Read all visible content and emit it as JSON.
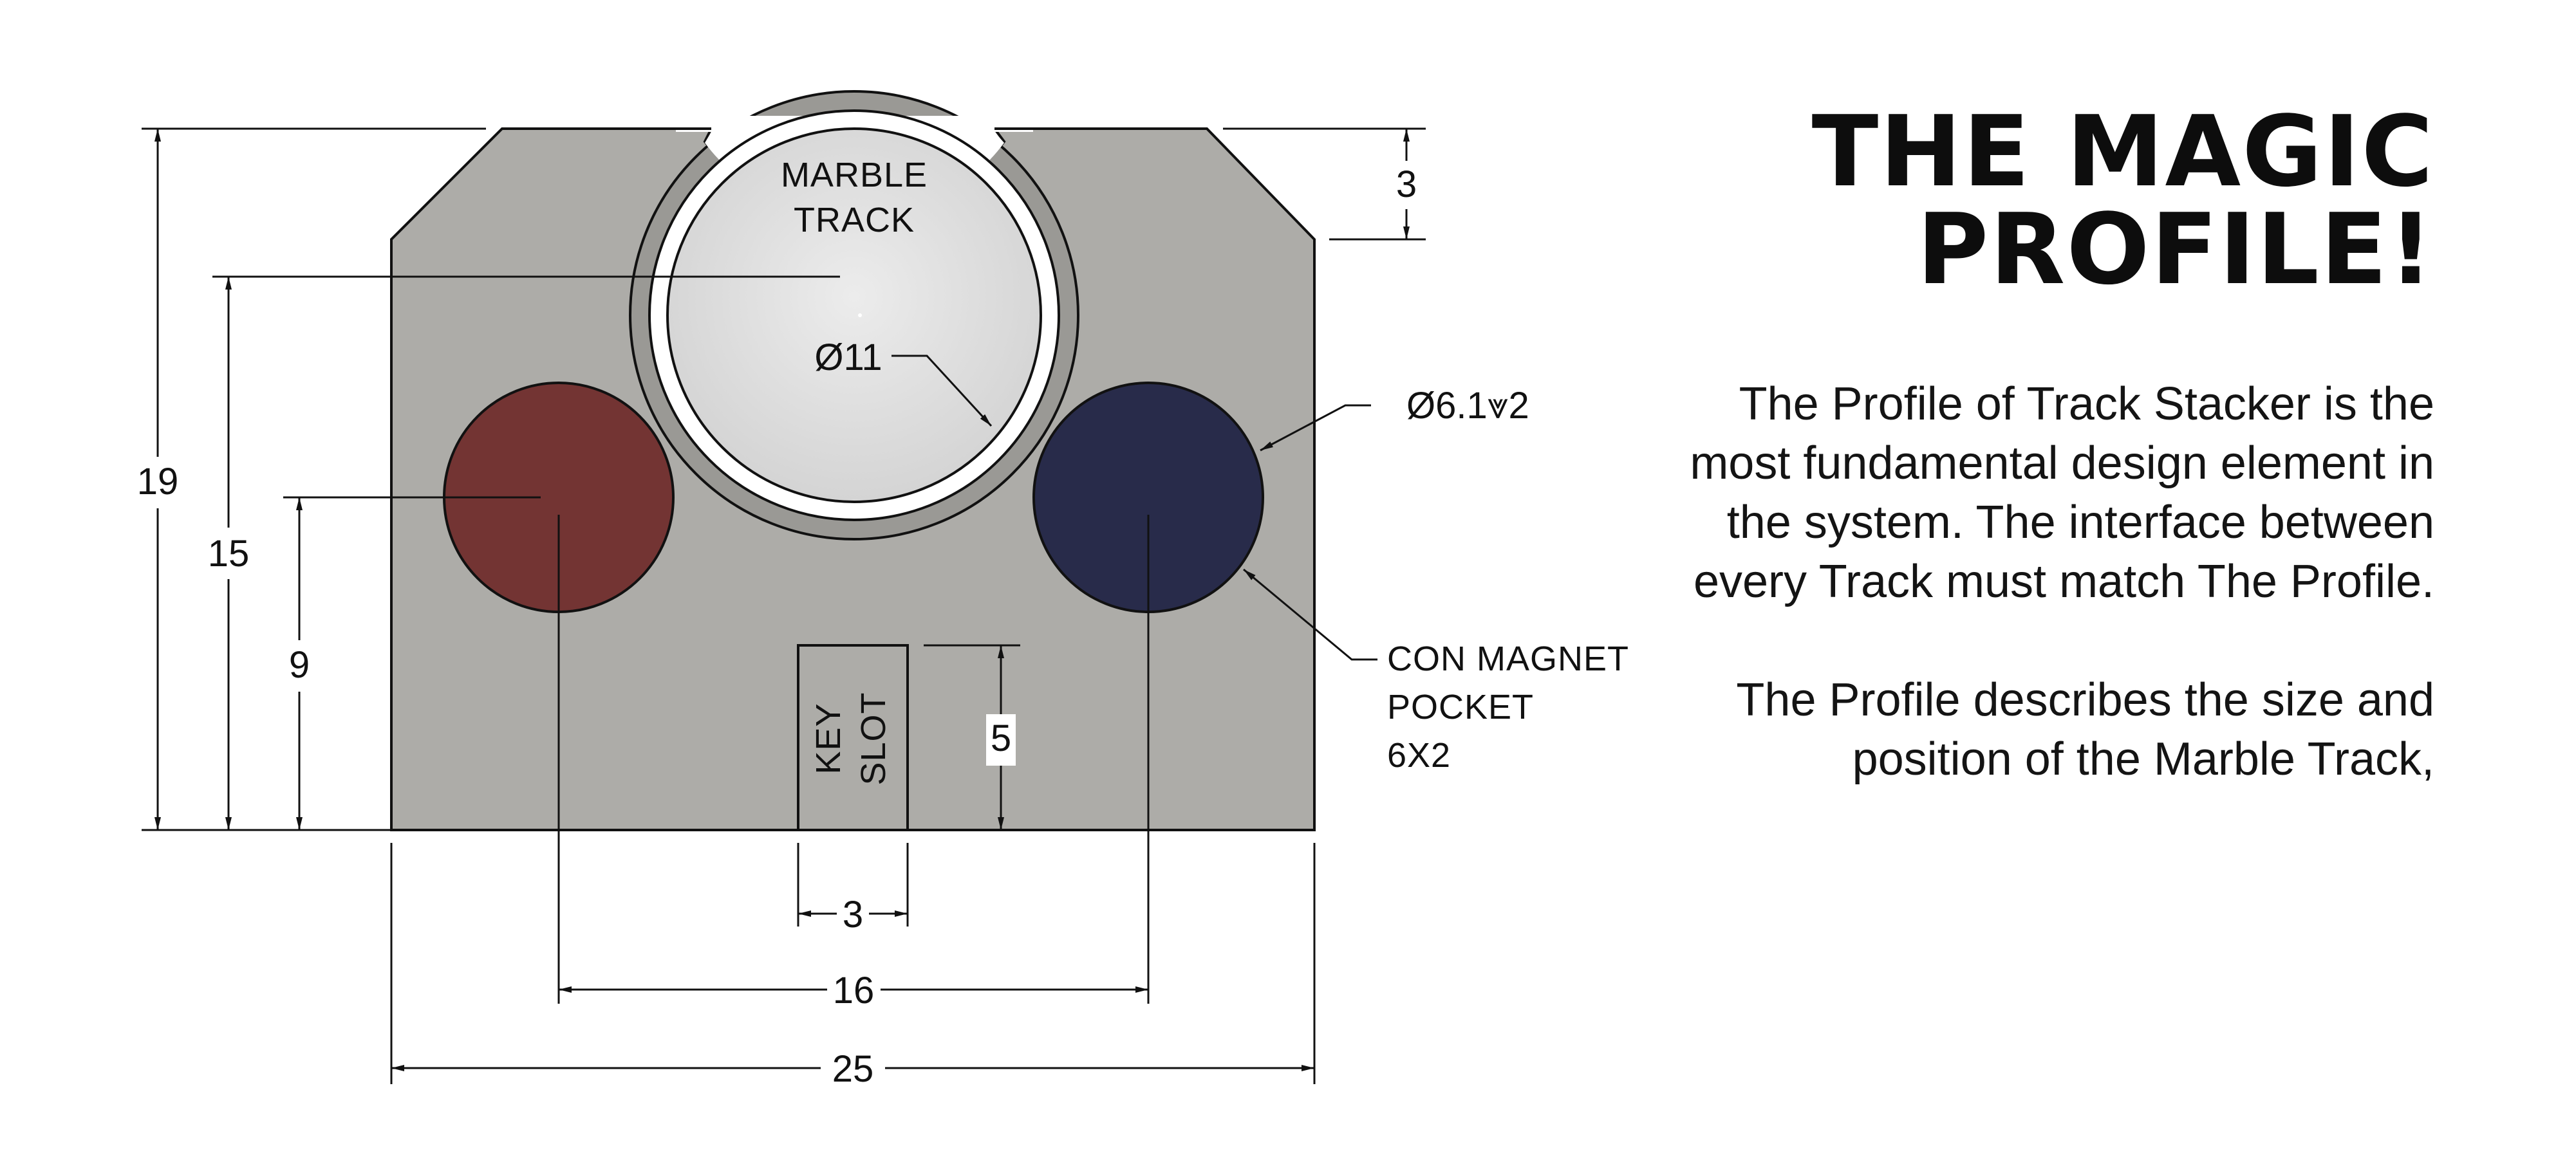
{
  "drawing": {
    "labels": {
      "marble_track_line1": "MARBLE",
      "marble_track_line2": "TRACK",
      "key_slot_line1": "KEY",
      "key_slot_line2": "SLOT",
      "magnet_line1": "CON MAGNET",
      "magnet_line2": "POCKET",
      "magnet_line3": "6X2"
    },
    "dimensions": {
      "overall_height": "19",
      "track_center_height": "15",
      "pocket_center_height": "9",
      "chamfer": "3",
      "track_diameter": "Ø11",
      "pocket_diameter": "Ø6.1⩔2",
      "key_slot_height": "5",
      "key_slot_width": "3",
      "pocket_spacing": "16",
      "overall_width": "25"
    },
    "colors": {
      "body": "#adaca8",
      "groove": "#9a9995",
      "marble": "#dedede",
      "left_magnet": "#733433",
      "right_magnet": "#282b4a",
      "line": "#111111"
    }
  },
  "title": "THE MAGIC PROFILE!",
  "paragraphs": [
    "The Profile of Track Stacker is the most fundamental design element in the system. The interface between every Track must match The Profile.",
    "The Profile describes the size and position of the Marble Track,"
  ]
}
